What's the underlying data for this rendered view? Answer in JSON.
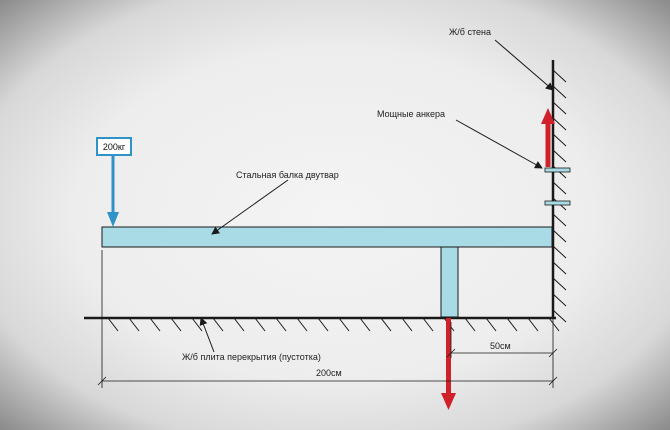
{
  "labels": {
    "wall": "Ж/б стена",
    "anchors": "Мощные анкера",
    "load": "200кг",
    "beam": "Стальная балка двутвар",
    "slab": "Ж/б плита перекрытия (пустотка)",
    "dim_short": "50см",
    "dim_long": "200см"
  },
  "colors": {
    "beam_fill": "#a8dbe6",
    "beam_stroke": "#1a1a1a",
    "load_arrow": "#2f93c8",
    "force_arrow": "#d0202a",
    "line": "#1a1a1a"
  }
}
